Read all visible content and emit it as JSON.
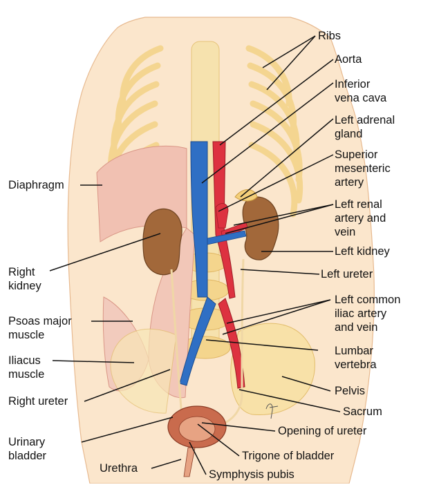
{
  "diagram": {
    "labels": {
      "ribs": "Ribs",
      "aorta": "Aorta",
      "ivc_1": "Inferior",
      "ivc_2": "vena cava",
      "adrenal_1": "Left adrenal",
      "adrenal_2": "gland",
      "sma_1": "Superior",
      "sma_2": "mesenteric",
      "sma_3": "artery",
      "renal_1": "Left renal",
      "renal_2": "artery and",
      "renal_3": "vein",
      "left_kidney": "Left kidney",
      "left_ureter": "Left ureter",
      "iliac_1": "Left common",
      "iliac_2": "iliac artery",
      "iliac_3": "and vein",
      "lumbar_1": "Lumbar",
      "lumbar_2": "vertebra",
      "pelvis": "Pelvis",
      "sacrum": "Sacrum",
      "opening_ureter": "Opening of ureter",
      "trigone": "Trigone of bladder",
      "symphysis": "Symphysis pubis",
      "diaphragm": "Diaphragm",
      "right_kidney_1": "Right",
      "right_kidney_2": "kidney",
      "psoas_1": "Psoas major",
      "psoas_2": "muscle",
      "iliacus_1": "Iliacus",
      "iliacus_2": "muscle",
      "right_ureter": "Right ureter",
      "bladder_1": "Urinary",
      "bladder_2": "bladder",
      "urethra": "Urethra"
    },
    "colors": {
      "skin": "#fbe6cc",
      "bone": "#f6dfa0",
      "muscle": "#efb9aa",
      "kidney": "#a2683a",
      "artery": "#dd3240",
      "vein": "#2f6fc4",
      "leader": "#111111"
    }
  }
}
